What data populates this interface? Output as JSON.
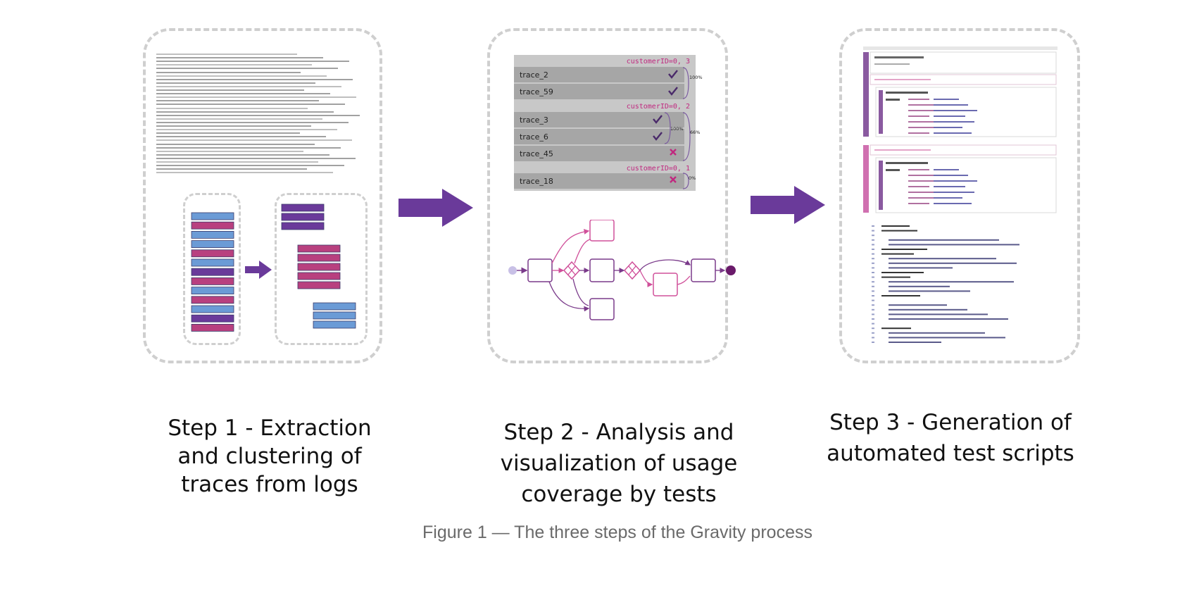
{
  "steps": [
    {
      "label_line1": "Step 1 - Extraction",
      "label_line2": "and clustering of",
      "label_line3": "traces from logs"
    },
    {
      "label_line1": "Step 2 - Analysis and",
      "label_line2": "visualization of usage",
      "label_line3": "coverage by tests"
    },
    {
      "label_line1": "Step 3 - Generation of",
      "label_line2": "automated test scripts"
    }
  ],
  "coverage_table": {
    "groups": [
      {
        "header": "customerID=0, 3",
        "percent": "100%",
        "rows": [
          {
            "trace": "trace_2",
            "covered": true
          },
          {
            "trace": "trace_59",
            "covered": true
          }
        ]
      },
      {
        "header": "customerID=0, 2",
        "percent": "100%",
        "rows": [
          {
            "trace": "trace_3",
            "covered": true
          },
          {
            "trace": "trace_6",
            "covered": true
          },
          {
            "trace": "trace_45",
            "covered": false
          }
        ],
        "group_percent": "66%"
      },
      {
        "header": "customerID=0, 1",
        "percent": "0%",
        "rows": [
          {
            "trace": "trace_18",
            "covered": false
          }
        ]
      }
    ]
  },
  "colors": {
    "purple": "#6a3a9a",
    "magenta": "#b8407f",
    "blue": "#6b9bd6",
    "dash": "#cfcfcf",
    "check": "#4a2a6a",
    "cross": "#c0287f"
  },
  "caption": "Figure 1 — The three steps of the Gravity process"
}
